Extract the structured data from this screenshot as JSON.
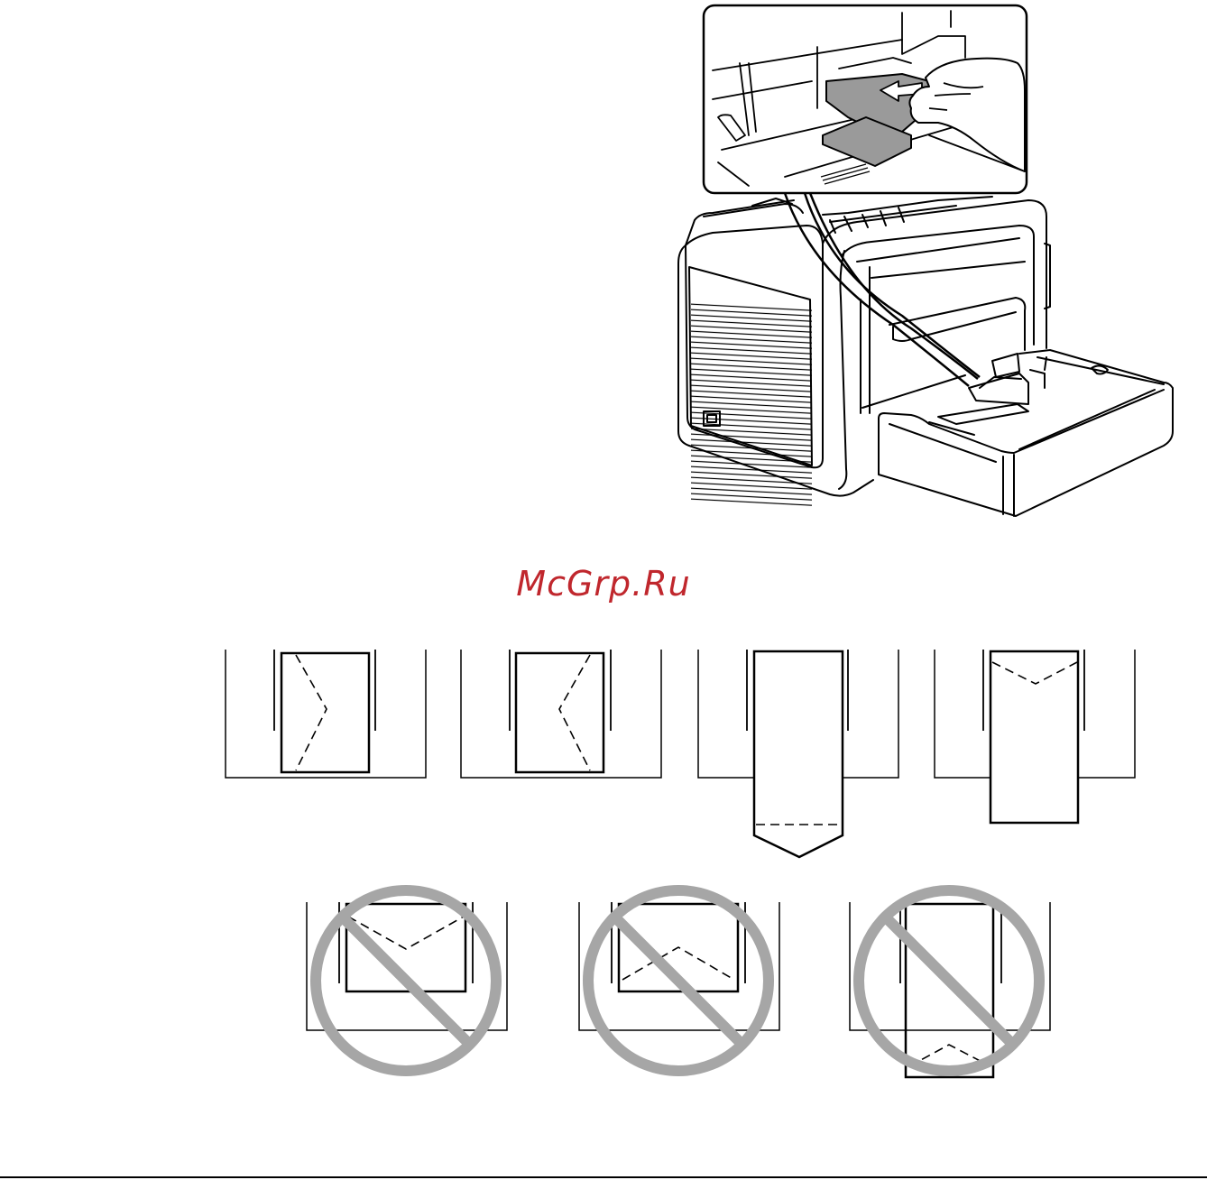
{
  "watermark": {
    "text": "McGrp.Ru",
    "color": "#c0272d"
  },
  "colors": {
    "line": "#000000",
    "tray_gray": "#9a9a9a",
    "prohibit_gray": "#a6a6a6"
  },
  "figures": {
    "printer_illustration": {
      "icon": "printer-with-tray-icon",
      "detail_icon": "hand-adjusting-paper-guide-icon"
    },
    "correct_orientations": [
      {
        "name": "envelope-flap-right",
        "allowed": true
      },
      {
        "name": "envelope-flap-left",
        "allowed": true
      },
      {
        "name": "envelope-flap-bottom-long",
        "allowed": true
      },
      {
        "name": "envelope-flap-top-long",
        "allowed": true
      }
    ],
    "wrong_orientations": [
      {
        "name": "envelope-flap-top-wide",
        "allowed": false,
        "icon": "prohibited-icon"
      },
      {
        "name": "envelope-flap-bottom-wide",
        "allowed": false,
        "icon": "prohibited-icon"
      },
      {
        "name": "envelope-flap-bottom-tall",
        "allowed": false,
        "icon": "prohibited-icon"
      }
    ]
  }
}
